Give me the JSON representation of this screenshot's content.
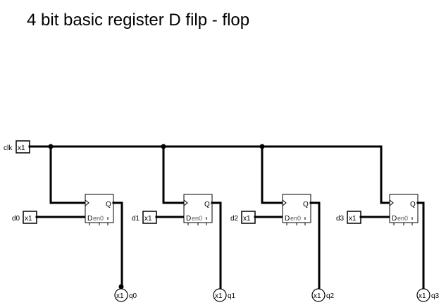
{
  "title": "4 bit basic register D filp - flop",
  "clock": {
    "label": "clk",
    "port": "x1"
  },
  "inputs": [
    {
      "label": "d0",
      "port": "x1"
    },
    {
      "label": "d1",
      "port": "x1"
    },
    {
      "label": "d2",
      "port": "x1"
    },
    {
      "label": "d3",
      "port": "x1"
    }
  ],
  "outputs": [
    {
      "label": "q0",
      "port": "x1"
    },
    {
      "label": "q1",
      "port": "x1"
    },
    {
      "label": "q2",
      "port": "x1"
    },
    {
      "label": "q3",
      "port": "x1"
    }
  ],
  "flipflops": [
    {
      "q": "Q",
      "d": "D",
      "en": "en0"
    },
    {
      "q": "Q",
      "d": "D",
      "en": "en0"
    },
    {
      "q": "Q",
      "d": "D",
      "en": "en0"
    },
    {
      "q": "Q",
      "d": "D",
      "en": "en0"
    }
  ]
}
